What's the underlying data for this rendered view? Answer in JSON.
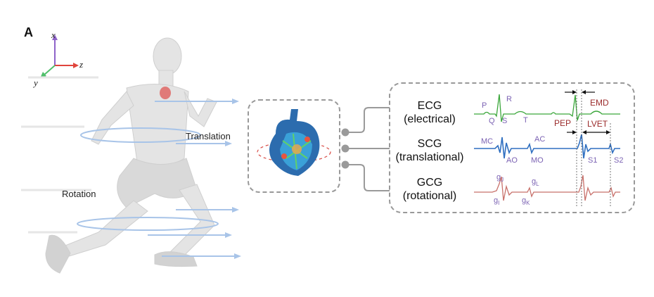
{
  "panel_label": "A",
  "axes": {
    "x": "x",
    "y": "y",
    "z": "z"
  },
  "motion_labels": {
    "translation": "Translation",
    "rotation": "Rotation"
  },
  "colors": {
    "ecg": "#3aa63a",
    "scg": "#2f6fc0",
    "gcg": "#c8706a",
    "axis_x": "#8e63c9",
    "axis_y": "#4fbf6a",
    "axis_z": "#e0443c",
    "annotation": "#9b2c2c",
    "wave_label": "#7b62b3"
  },
  "signals": [
    {
      "name": "ECG",
      "subtitle": "(electrical)"
    },
    {
      "name": "SCG",
      "subtitle": "(translational)"
    },
    {
      "name": "GCG",
      "subtitle": "(rotational)"
    }
  ],
  "ecg_labels": {
    "p": "P",
    "q": "Q",
    "r": "R",
    "s": "S",
    "t": "T"
  },
  "scg_labels": {
    "mc": "MC",
    "ao": "AO",
    "mo": "MO",
    "ac": "AC",
    "s1": "S1",
    "s2": "S2"
  },
  "gcg_labels": {
    "gj": "g",
    "gj_sub": "J",
    "gi": "g",
    "gi_sub": "I",
    "gl": "g",
    "gl_sub": "L",
    "gk": "g",
    "gk_sub": "K"
  },
  "intervals": {
    "emd": "EMD",
    "pep": "PEP",
    "lvet": "LVET"
  }
}
